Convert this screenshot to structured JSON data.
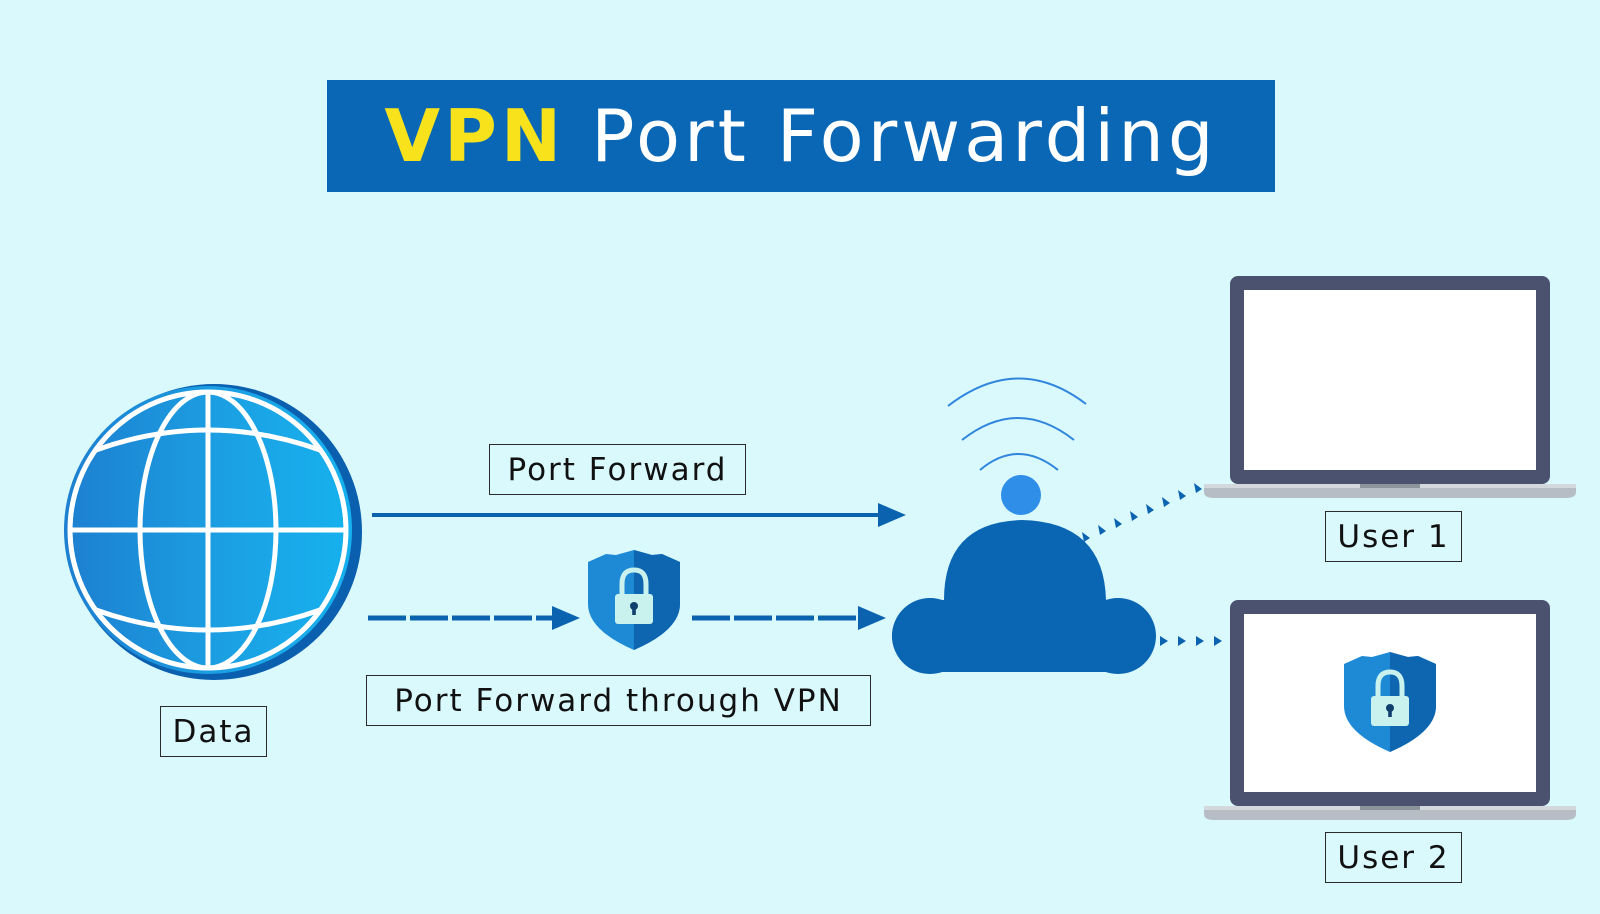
{
  "title": {
    "highlight": "VPN",
    "rest": "Port Forwarding"
  },
  "labels": {
    "data": "Data",
    "port_forward": "Port Forward",
    "port_forward_vpn": "Port Forward through VPN",
    "user1": "User 1",
    "user2": "User 2"
  },
  "icons": [
    "globe-icon",
    "shield-lock-icon",
    "cloud-icon",
    "wifi-signal-icon",
    "laptop-icon"
  ],
  "colors": {
    "background": "#d9f9fd",
    "banner": "#0967b5",
    "highlight": "#f7e21b",
    "arrow": "#0b63b0",
    "globe_light": "#1aa6e6",
    "cloud": "#0a65b3",
    "laptop_frame": "#4a5270"
  }
}
